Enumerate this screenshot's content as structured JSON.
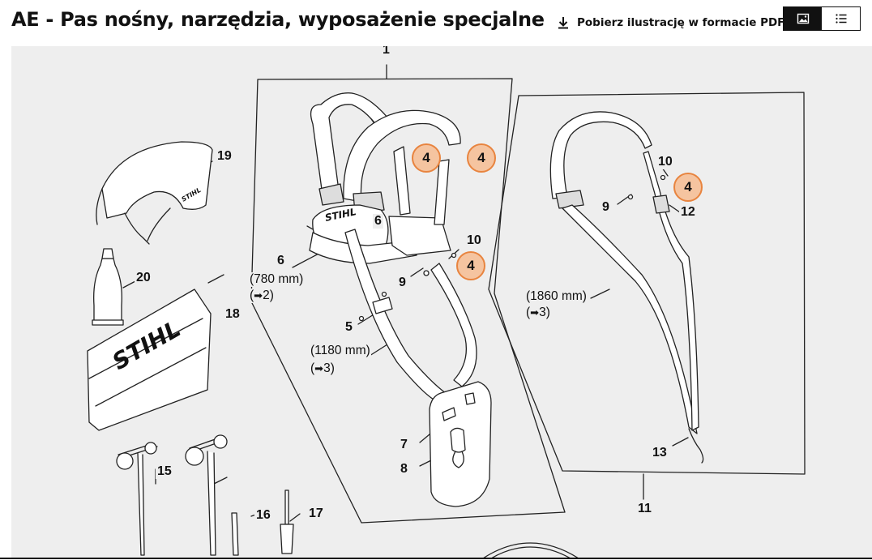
{
  "header": {
    "title": "AE - Pas nośny, narzędzia, wyposażenie specjalne",
    "download_label": "Pobierz ilustrację w formacie PDF",
    "download_icon": "download-icon",
    "view_image_icon": "image-icon",
    "view_list_icon": "list-icon"
  },
  "colors": {
    "badge_fill": "#f5c4a0",
    "badge_border": "#e8843f",
    "canvas_bg": "#eeeeee"
  },
  "diagram": {
    "labels": {
      "p1": "1",
      "p5": "5",
      "p6a": "6",
      "p6b": "6",
      "p7": "7",
      "p8": "8",
      "p9a": "9",
      "p9b": "9",
      "p10a": "10",
      "p10b": "10",
      "p11": "11",
      "p12": "12",
      "p13": "13",
      "p15": "15",
      "p16": "16",
      "p17": "17",
      "p18": "18",
      "p19": "19",
      "p20": "20"
    },
    "badges": {
      "b1": "4",
      "b2": "4",
      "b3": "4",
      "b4": "4"
    },
    "notes": {
      "len780": "(780 mm)",
      "ref780": "2)",
      "len1180": "(1180 mm)",
      "ref1180": "3)",
      "len1860": "(1860 mm)",
      "ref1860": "3)"
    },
    "logo_text": "STIHL"
  }
}
